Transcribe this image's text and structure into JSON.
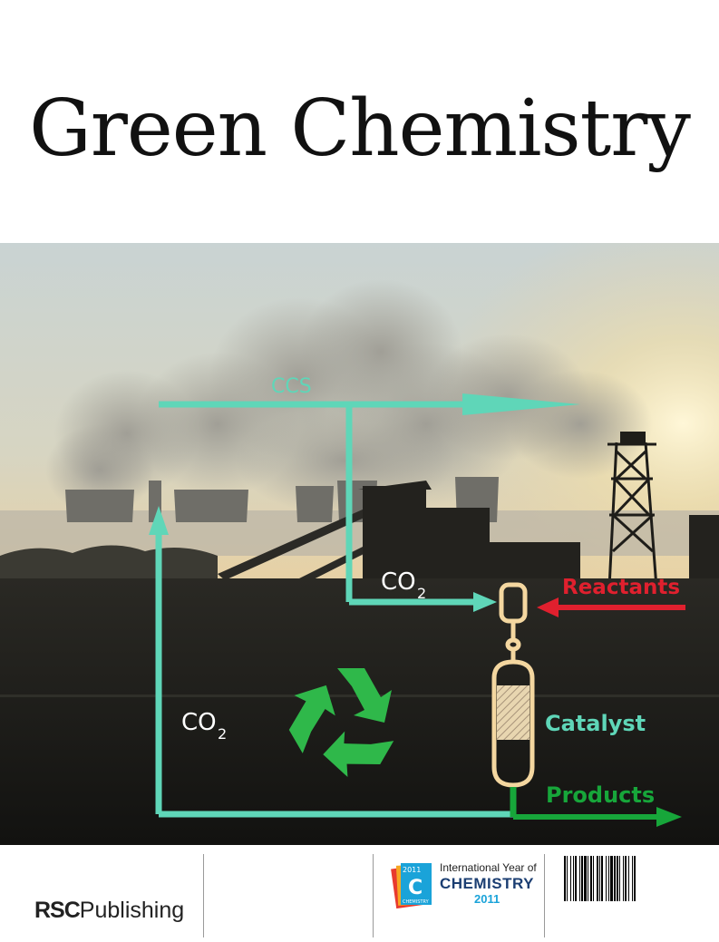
{
  "journal": {
    "title": "Green Chemistry"
  },
  "diagram": {
    "ccs_label": "CCS",
    "co2_upper": "CO",
    "co2_lower": "CO",
    "co2_sub": "2",
    "reactants_label": "Reactants",
    "catalyst_label": "Catalyst",
    "products_label": "Products",
    "recycle_icon": "recycle-icon",
    "colors": {
      "co2_arrow": "#5fd6b8",
      "reactants": "#e0202e",
      "products": "#17a63a",
      "reactor": "#f4d7a0"
    }
  },
  "footer": {
    "publisher_bold": "RSC",
    "publisher_rest": "Publishing",
    "iyc_line1": "International Year of",
    "iyc_line2": "CHEMISTRY",
    "iyc_line3": "2011",
    "iyc_badge_year": "2011",
    "iyc_badge_letter": "C",
    "iyc_badge_word": "CHEMISTRY"
  }
}
